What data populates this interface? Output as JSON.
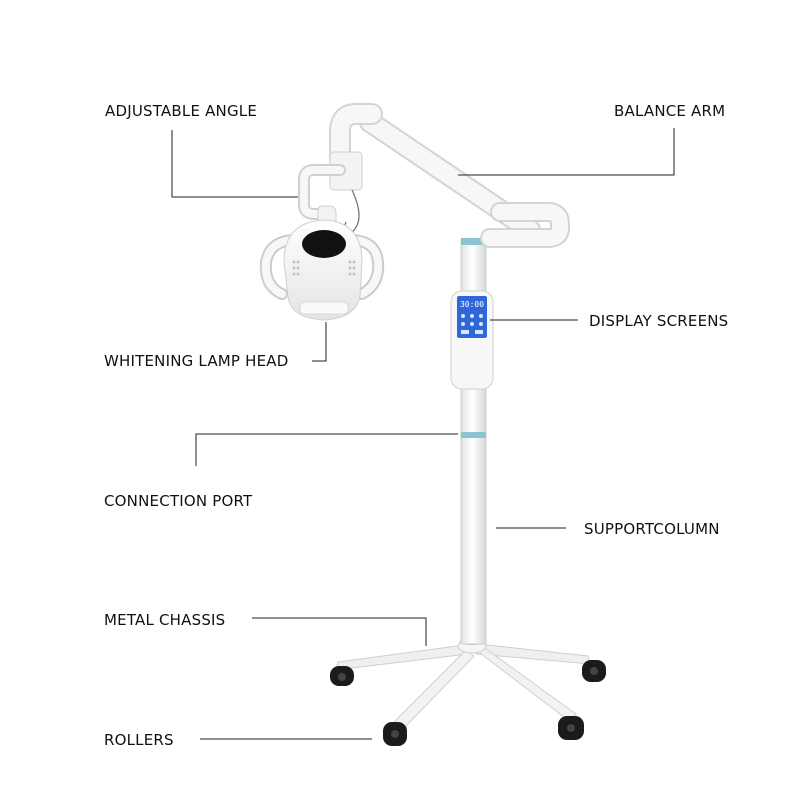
{
  "labels": {
    "adjustable_angle": "ADJUSTABLE ANGLE",
    "balance_arm": "BALANCE ARM",
    "display_screens": "DISPLAY SCREENS",
    "whitening_lamp_head": "WHITENING LAMP HEAD",
    "connection_port": "CONNECTION PORT",
    "support_column": "SUPPORTCOLUMN",
    "metal_chassis": "METAL CHASSIS",
    "rollers": "ROLLERS"
  },
  "display": {
    "timer": "30:00"
  },
  "colors": {
    "device_body": "#f4f4f4",
    "device_outline": "#cfcfcf",
    "accent_ring": "#7fb6c7",
    "screen": "#2f66d8",
    "wheel": "#1b1b1b",
    "lamp_window": "#111111",
    "label_text": "#111111"
  }
}
